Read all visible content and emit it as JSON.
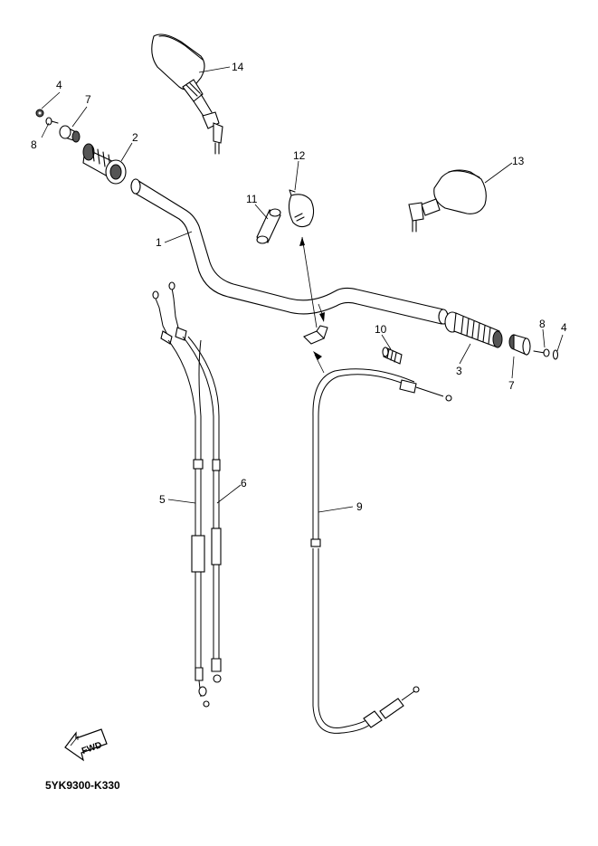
{
  "diagram_code": "5YK9300-K330",
  "fwd_label": "FWD",
  "callouts": {
    "c1": "1",
    "c2": "2",
    "c3": "3",
    "c4a": "4",
    "c4b": "4",
    "c5": "5",
    "c6": "6",
    "c7a": "7",
    "c7b": "7",
    "c8a": "8",
    "c8b": "8",
    "c9": "9",
    "c10": "10",
    "c11": "11",
    "c12": "12",
    "c13": "13",
    "c14": "14"
  }
}
